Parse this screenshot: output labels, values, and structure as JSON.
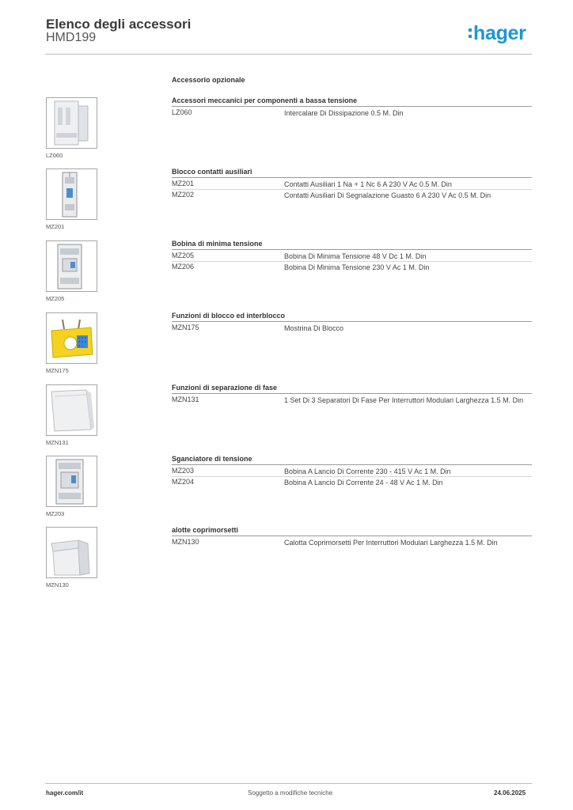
{
  "header": {
    "title": "Elenco degli accessori",
    "subtitle": "HMD199",
    "logo_text": "hager",
    "brand_color": "#1d96d3"
  },
  "section_heading": "Accessorio opzionale",
  "groups": [
    {
      "title": "Accessori meccanici per componenti a bassa tensione",
      "image_code": "LZ060",
      "icon": "spacer-module-image",
      "items": [
        {
          "code": "LZ060",
          "description": "Intercalare Di Dissipazione 0.5 M. Din"
        }
      ]
    },
    {
      "title": "Blocco contatti ausiliari",
      "image_code": "MZ201",
      "icon": "auxiliary-contact-image",
      "items": [
        {
          "code": "MZ201",
          "description": "Contatti Ausiliari 1 Na + 1 Nc 6 A 230 V Ac 0.5 M. Din"
        },
        {
          "code": "MZ202",
          "description": "Contatti Ausiliari Di Segnalazione Guasto 6 A 230 V Ac 0.5 M. Din"
        }
      ]
    },
    {
      "title": "Bobina di minima tensione",
      "image_code": "MZ205",
      "icon": "undervoltage-coil-image",
      "items": [
        {
          "code": "MZ205",
          "description": "Bobina Di Minima Tensione 48 V Dc 1 M. Din"
        },
        {
          "code": "MZ206",
          "description": "Bobina Di Minima Tensione 230 V Ac 1 M. Din"
        }
      ]
    },
    {
      "title": "Funzioni di blocco ed interblocco",
      "image_code": "MZN175",
      "icon": "locking-device-image",
      "items": [
        {
          "code": "MZN175",
          "description": "Mostrina Di Blocco"
        }
      ]
    },
    {
      "title": "Funzioni di separazione di fase",
      "image_code": "MZN131",
      "icon": "phase-separator-image",
      "items": [
        {
          "code": "MZN131",
          "description": "1 Set Di 3 Separatori Di Fase Per Interruttori Modulari Larghezza 1.5 M. Din"
        }
      ]
    },
    {
      "title": "Sganciatore di tensione",
      "image_code": "MZ203",
      "icon": "shunt-trip-image",
      "items": [
        {
          "code": "MZ203",
          "description": "Bobina A Lancio Di Corrente 230 - 415 V Ac 1 M. Din"
        },
        {
          "code": "MZ204",
          "description": "Bobina A Lancio Di Corrente 24 - 48 V Ac 1 M. Din"
        }
      ]
    },
    {
      "title": "alotte coprimorsetti",
      "image_code": "MZN130",
      "icon": "terminal-cover-image",
      "items": [
        {
          "code": "MZN130",
          "description": "Calotta Coprimorsetti Per Interruttori Modulari Larghezza 1.5 M. Din"
        }
      ]
    }
  ],
  "footer": {
    "website": "hager.com/it",
    "note": "Soggetto a modifiche tecniche",
    "date": "24.06.2025"
  }
}
